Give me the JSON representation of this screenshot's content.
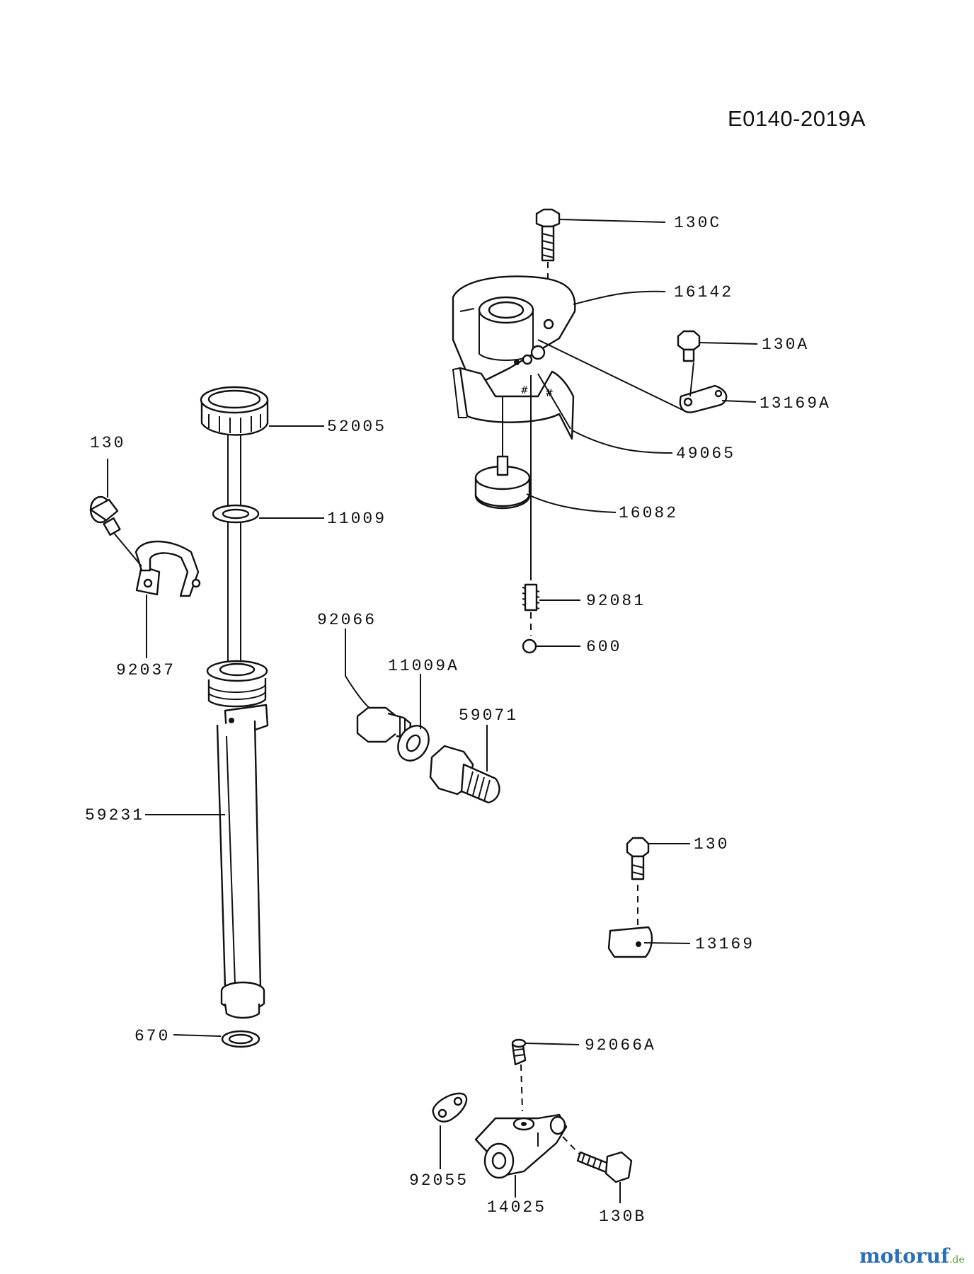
{
  "document_id": "E0140-2019A",
  "part_labels": {
    "p130C": "130C",
    "p16142": "16142",
    "p130A": "130A",
    "p13169A": "13169A",
    "p49065": "49065",
    "p16082": "16082",
    "p92081": "92081",
    "p600": "600",
    "p52005": "52005",
    "p11009": "11009",
    "p130_left": "130",
    "p92037": "92037",
    "p92066": "92066",
    "p11009A": "11009A",
    "p59071": "59071",
    "p59231": "59231",
    "p130_right": "130",
    "p13169": "13169",
    "p670": "670",
    "p92066A": "92066A",
    "p92055": "92055",
    "p14025": "14025",
    "p130B": "130B"
  },
  "watermark": {
    "brand_main": "motoruf",
    "brand_tld": ".de",
    "colors": {
      "primary": "#2d6fb3",
      "accent": "#e0782a",
      "tld": "#5a9a3a"
    }
  }
}
